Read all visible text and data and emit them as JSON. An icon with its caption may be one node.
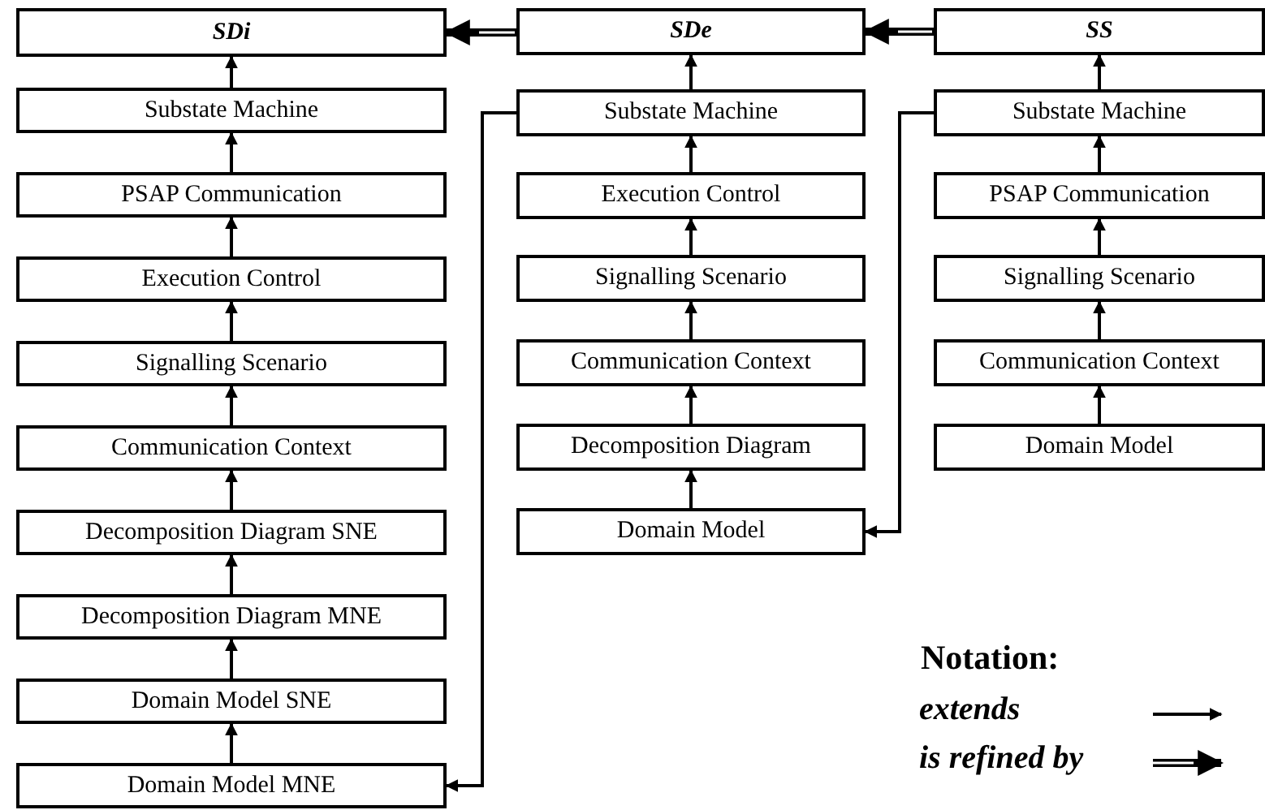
{
  "diagram": {
    "nodes": [
      {
        "text": [
          "SDi"
        ]
      },
      {
        "text": [
          "Substate Machine"
        ]
      },
      {
        "text": [
          "PSAP Communication"
        ]
      },
      {
        "text": [
          "Execution Control"
        ]
      },
      {
        "text": [
          "Signalling Scenario"
        ]
      },
      {
        "text": [
          "Communication Context"
        ]
      },
      {
        "text": [
          "Decomposition Diagram SNE"
        ]
      },
      {
        "text": [
          "Decomposition Diagram MNE"
        ]
      },
      {
        "text": [
          "Domain Model SNE"
        ]
      },
      {
        "text": [
          "Domain Model MNE"
        ]
      },
      {
        "text": [
          "SDe"
        ]
      },
      {
        "text": [
          "Substate Machine"
        ]
      },
      {
        "text": [
          "Execution Control"
        ]
      },
      {
        "text": [
          "Signalling Scenario"
        ]
      },
      {
        "text": [
          "Communication Context"
        ]
      },
      {
        "text": [
          "Decomposition Diagram"
        ]
      },
      {
        "text": [
          "Domain Model"
        ]
      },
      {
        "text": [
          "SS"
        ]
      },
      {
        "text": [
          "Substate Machine"
        ]
      },
      {
        "text": [
          "PSAP Communication"
        ]
      },
      {
        "text": [
          "Signalling Scenario"
        ]
      },
      {
        "text": [
          "Communication Context"
        ]
      },
      {
        "text": [
          "Domain Model"
        ]
      }
    ],
    "edges": [
      {
        "from": 1,
        "to": 0,
        "arrow": "to"
      },
      {
        "from": 2,
        "to": 1,
        "arrow": "to"
      },
      {
        "from": 3,
        "to": 2,
        "arrow": "to"
      },
      {
        "from": 4,
        "to": 3,
        "arrow": "to"
      },
      {
        "from": 5,
        "to": 4,
        "arrow": "to"
      },
      {
        "from": 6,
        "to": 5,
        "arrow": "to"
      },
      {
        "from": 7,
        "to": 6,
        "arrow": "to"
      },
      {
        "from": 8,
        "to": 7,
        "arrow": "to"
      },
      {
        "from": 9,
        "to": 8,
        "arrow": "to"
      },
      {
        "from": 11,
        "to": 10,
        "arrow": "to"
      },
      {
        "from": 12,
        "to": 11,
        "arrow": "to"
      },
      {
        "from": 13,
        "to": 12,
        "arrow": "to"
      },
      {
        "from": 14,
        "to": 13,
        "arrow": "to"
      },
      {
        "from": 15,
        "to": 14,
        "arrow": "to"
      },
      {
        "from": 16,
        "to": 15,
        "arrow": "to"
      },
      {
        "from": 18,
        "to": 17,
        "arrow": "to"
      },
      {
        "from": 19,
        "to": 18,
        "arrow": "to"
      },
      {
        "from": 20,
        "to": 19,
        "arrow": "to"
      },
      {
        "from": 21,
        "to": 20,
        "arrow": "to"
      },
      {
        "from": 22,
        "to": 21,
        "arrow": "to"
      },
      {
        "from": 11,
        "to": 9,
        "arrow": "to"
      },
      {
        "from": 18,
        "to": 16,
        "arrow": "to"
      },
      {
        "from": 10,
        "to": 0,
        "arrow": "to",
        "style": "thick"
      },
      {
        "from": 17,
        "to": 10,
        "arrow": "to",
        "style": "thick"
      }
    ],
    "labels": [
      "Notation:"
    ],
    "legend": [
      {
        "text": "extends"
      },
      {
        "text": "is refined by"
      }
    ]
  }
}
